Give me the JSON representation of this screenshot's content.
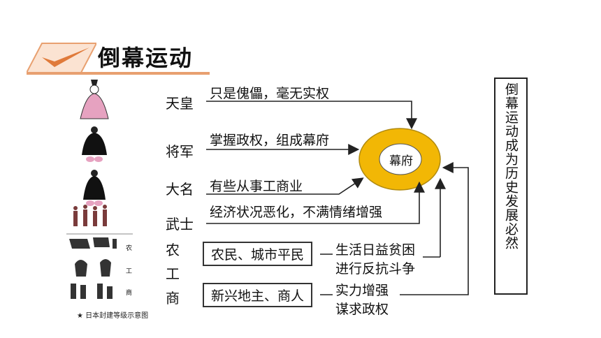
{
  "title": "倒幕运动",
  "caption": "★ 日本封建等级示意图",
  "figure_small_labels": [
    "农",
    "工",
    "商"
  ],
  "ranks": {
    "tianhuang": "天皇",
    "jiangjun": "将军",
    "daming": "大名",
    "wushi": "武士",
    "nong": "农",
    "gong": "工",
    "shang": "商"
  },
  "descriptions": {
    "tianhuang": "只是傀儡，毫无实权",
    "jiangjun": "掌握政权，组成幕府",
    "daming": "有些从事工商业",
    "wushi": "经济状况恶化，不满情绪增强"
  },
  "boxes": {
    "farmers": "农民、城市平民",
    "landlords": "新兴地主、商人"
  },
  "notes": {
    "farmers_line1": "生活日益贫困",
    "farmers_line2": "进行反抗斗争",
    "landlords_line1": "实力增强",
    "landlords_line2": "谋求政权"
  },
  "center": "幕府",
  "conclusion": "倒幕运动成为历史发展必然",
  "colors": {
    "ring": "#f2b705",
    "ring_stroke": "#b08a10",
    "accent": "#e8a070"
  }
}
